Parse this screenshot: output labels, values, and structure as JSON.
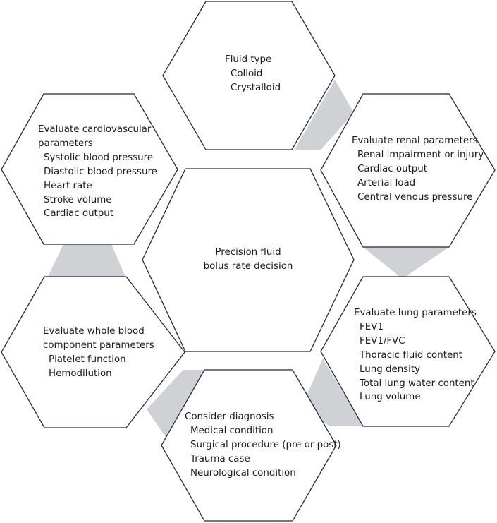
{
  "center": {
    "line1": "Precision fluid",
    "line2": "bolus rate decision"
  },
  "fluid_type": {
    "title": "Fluid type",
    "items": [
      "Colloid",
      "Crystalloid"
    ]
  },
  "renal": {
    "title": "Evaluate renal parameters",
    "items": [
      "Renal impairment or injury",
      "Cardiac output",
      "Arterial load",
      "Central venous pressure"
    ]
  },
  "lung": {
    "title": "Evaluate lung parameters",
    "items": [
      "FEV1",
      "FEV1/FVC",
      "Thoracic fluid content",
      "Lung density",
      "Total lung water content",
      "Lung volume"
    ]
  },
  "diagnosis": {
    "title": "Consider diagnosis",
    "items": [
      "Medical condition",
      "Surgical procedure (pre or post)",
      "Trauma case",
      "Neurological condition"
    ]
  },
  "blood": {
    "title_line1": "Evaluate whole blood",
    "title_line2": "component parameters",
    "items": [
      "Platelet function",
      "Hemodilution"
    ]
  },
  "cardio": {
    "title_line1": "Evaluate cardiovascular",
    "title_line2": "parameters",
    "items": [
      "Systolic blood pressure",
      "Diastolic blood pressure",
      "Heart rate",
      "Stroke volume",
      "Cardiac output"
    ]
  },
  "colors": {
    "hex_stroke": "#1f2b44",
    "connector_fill": "#d0d1d4"
  }
}
